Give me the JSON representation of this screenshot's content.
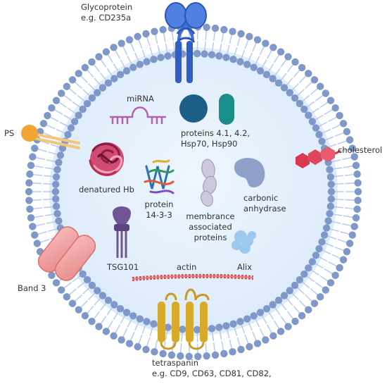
{
  "colors": {
    "vesicle_interior": "#e4f0fb",
    "lipid_head": "#7e98c9",
    "lipid_tail": "#b3c8ec",
    "glycoprotein": "#3d6fd6",
    "glycoprotein_light": "#7fa6ee",
    "ps_head": "#f2a532",
    "cholesterol": "#d8394e",
    "band3": "#f4a6a6",
    "tetraspanin": "#d8aa2c",
    "mirna": "#b45fb0",
    "protein_41_circle": "#1c5f86",
    "protein_42_capsule": "#1a8f8a",
    "denatured_hb": "#b52d55",
    "membrane_proteins": "#cec8dc",
    "carbonic_anhydrase": "#8ea1c8",
    "tsg101": "#6f5596",
    "actin": "#cf4a4a",
    "alix": "#9dc9ee"
  },
  "labels": {
    "glycoprotein": [
      "Glycoprotein",
      "e.g. CD235a"
    ],
    "ps": "PS",
    "cholesterol": "cholesterol",
    "mirna": "miRNA",
    "proteins_41": [
      "proteins 4.1, 4.2,",
      "Hsp70, Hsp90"
    ],
    "denatured_hb": "denatured Hb",
    "protein_1433": [
      "protein",
      "14-3-3"
    ],
    "membrane_proteins": [
      "membrance",
      "associated",
      "proteins"
    ],
    "carbonic_anhydrase": [
      "carbonic",
      "anhydrase"
    ],
    "tsg101": "TSG101",
    "actin": "actin",
    "alix": "Alix",
    "band3": "Band 3",
    "tetraspanin": [
      "tetraspanin",
      "e.g. CD9, CD63, CD81, CD82,"
    ]
  }
}
